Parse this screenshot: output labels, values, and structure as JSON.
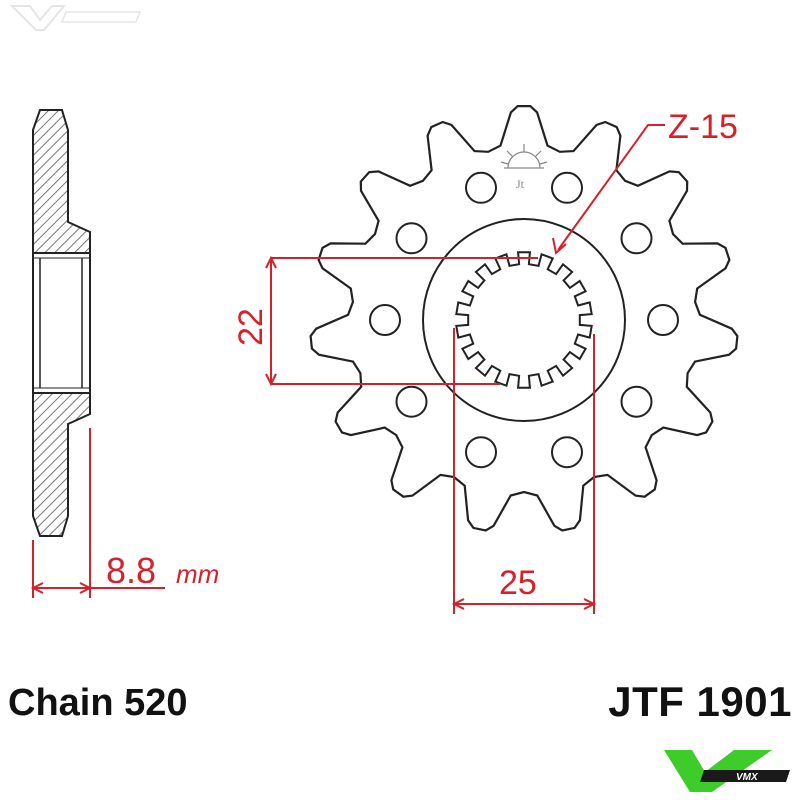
{
  "dimensions": {
    "teeth": "Z-15",
    "thickness_value": "8.8",
    "thickness_unit": "mm",
    "height": "22",
    "width": "25"
  },
  "captions": {
    "chain": "Chain 520",
    "part_number": "JTF 1901"
  },
  "colors": {
    "outline": "#222222",
    "dimension": "#d6202a",
    "logo_green": "#3dcc29",
    "hatch": "#555555"
  },
  "icons": {
    "watermark": "vmx-watermark-logo",
    "brand": "vmx-brand-logo",
    "stamp": "jt-sun-stamp-icon"
  }
}
